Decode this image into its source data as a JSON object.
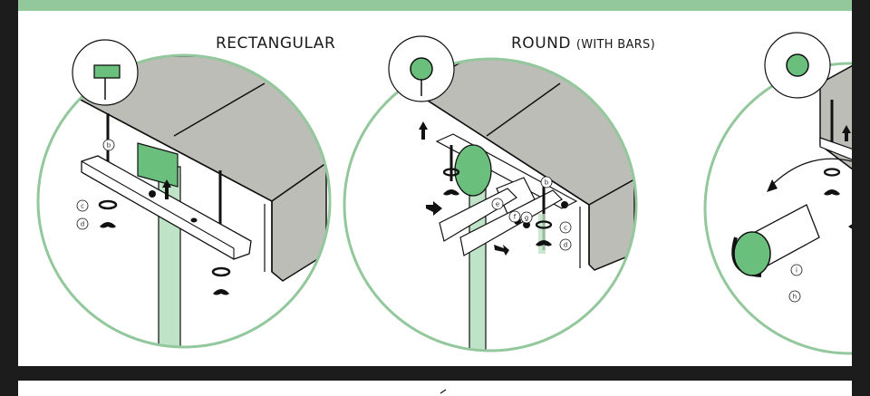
{
  "headings": {
    "rectangular": "RECTANGULAR",
    "round_main": "ROUND",
    "round_sub": "(WITH BARS)"
  },
  "callouts": {
    "b": "b",
    "c": "c",
    "d": "d",
    "e": "e",
    "f": "f",
    "g": "g",
    "h": "h",
    "i": "i"
  },
  "colors": {
    "accent_green": "#93c79c",
    "fill_green": "#6bbf7d",
    "light_green": "#bfe3c6",
    "slab_gray": "#bdbdb8",
    "outline": "#111111",
    "background": "#1c1c1c"
  }
}
